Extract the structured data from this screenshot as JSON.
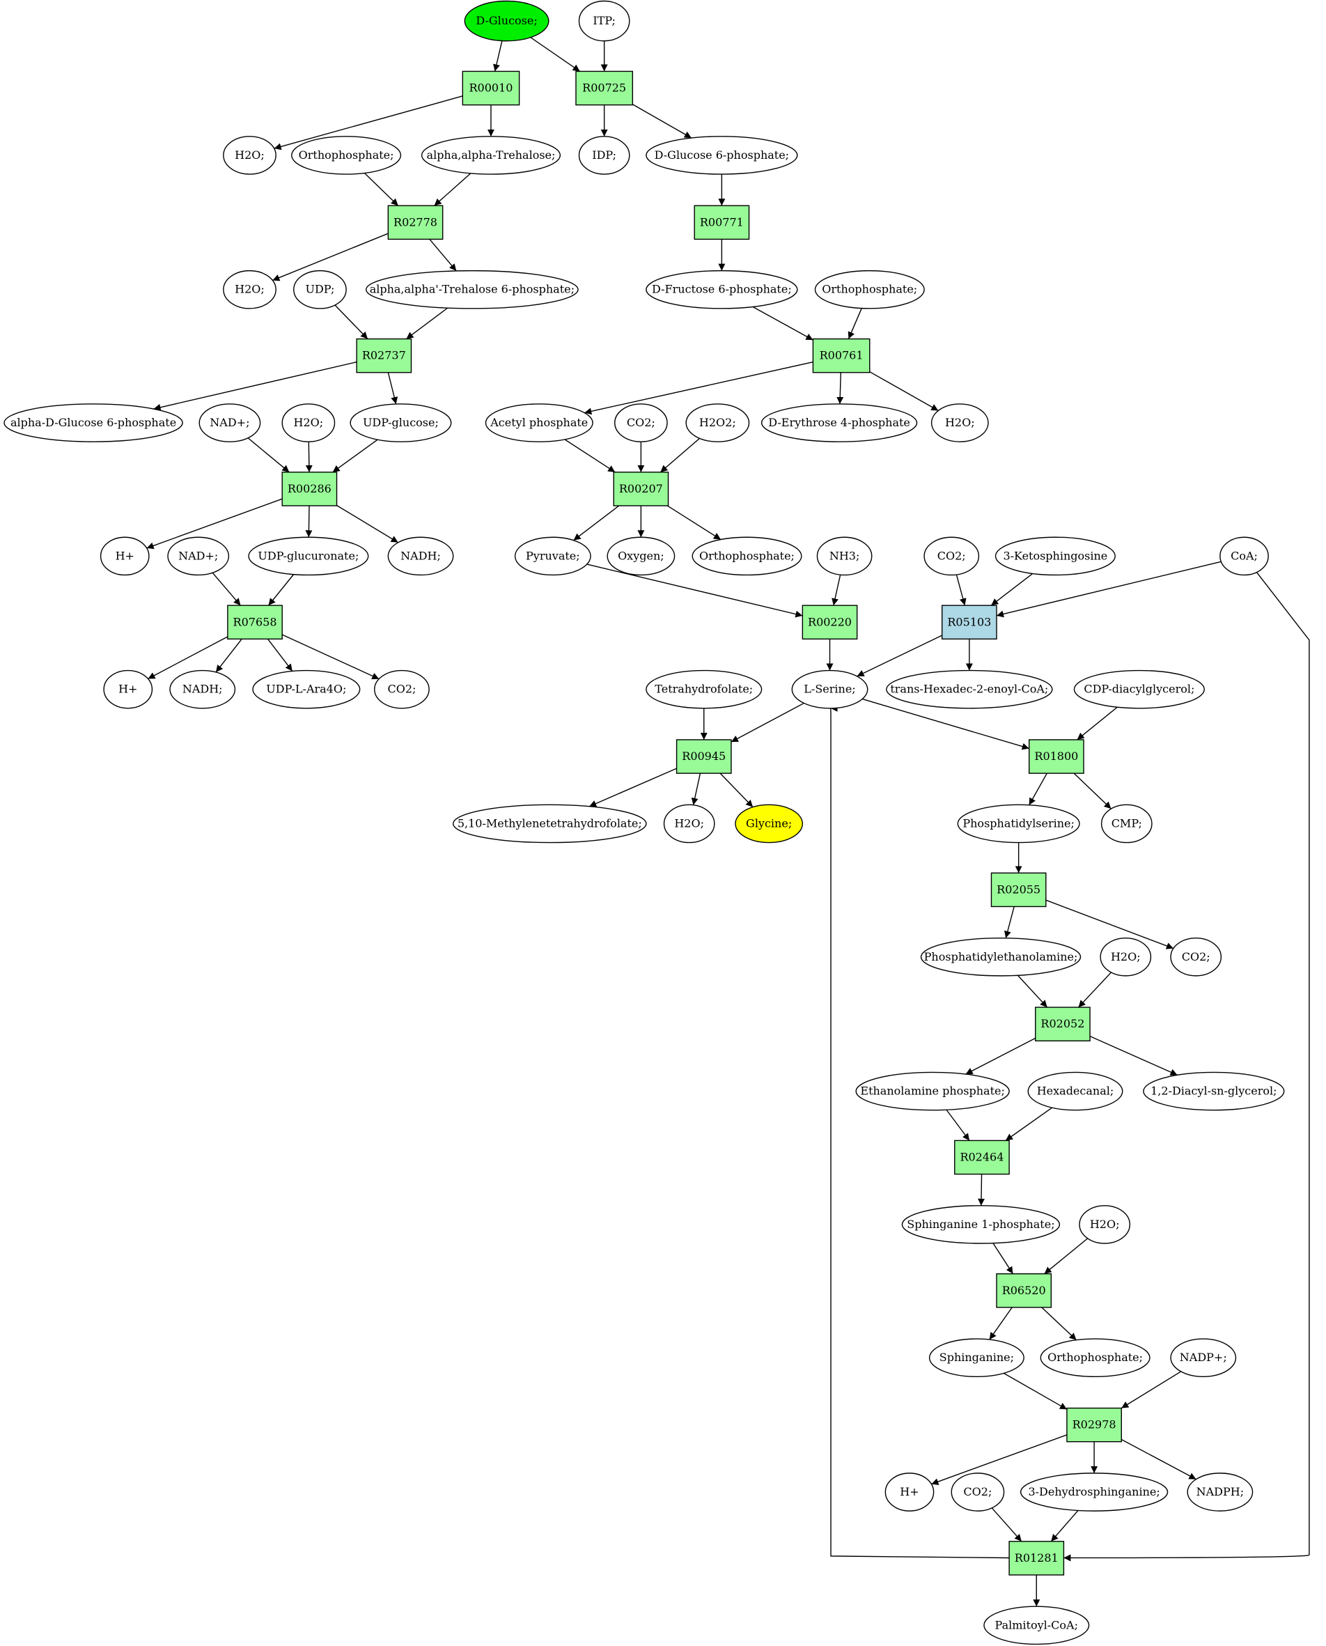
{
  "colors": {
    "reaction": "#98fb98",
    "reaction_highlight": "#add8e6",
    "metabolite": "#ffffff",
    "start": "#00ee00",
    "target": "#ffff00",
    "stroke": "#000000"
  },
  "nodes": [
    {
      "id": "dglucose",
      "kind": "metabolite",
      "label": "D-Glucose;",
      "fill": "start"
    },
    {
      "id": "itp",
      "kind": "metabolite",
      "label": "ITP;"
    },
    {
      "id": "r00010",
      "kind": "reaction",
      "label": "R00010"
    },
    {
      "id": "r00725",
      "kind": "reaction",
      "label": "R00725"
    },
    {
      "id": "h2o_1",
      "kind": "metabolite",
      "label": "H2O;"
    },
    {
      "id": "orthophosphate_1",
      "kind": "metabolite",
      "label": "Orthophosphate;"
    },
    {
      "id": "trehalose",
      "kind": "metabolite",
      "label": "alpha,alpha-Trehalose;"
    },
    {
      "id": "idp",
      "kind": "metabolite",
      "label": "IDP;"
    },
    {
      "id": "g6p",
      "kind": "metabolite",
      "label": "D-Glucose 6-phosphate;"
    },
    {
      "id": "r02778",
      "kind": "reaction",
      "label": "R02778"
    },
    {
      "id": "r00771",
      "kind": "reaction",
      "label": "R00771"
    },
    {
      "id": "h2o_2",
      "kind": "metabolite",
      "label": "H2O;"
    },
    {
      "id": "udp",
      "kind": "metabolite",
      "label": "UDP;"
    },
    {
      "id": "trehalose6p",
      "kind": "metabolite",
      "label": "alpha,alpha'-Trehalose 6-phosphate;"
    },
    {
      "id": "f6p",
      "kind": "metabolite",
      "label": "D-Fructose 6-phosphate;"
    },
    {
      "id": "orthophosphate_2",
      "kind": "metabolite",
      "label": "Orthophosphate;"
    },
    {
      "id": "r02737",
      "kind": "reaction",
      "label": "R02737"
    },
    {
      "id": "r00761",
      "kind": "reaction",
      "label": "R00761"
    },
    {
      "id": "adg6p",
      "kind": "metabolite",
      "label": "alpha-D-Glucose 6-phosphate"
    },
    {
      "id": "nadp_1",
      "kind": "metabolite",
      "label": "NAD+;"
    },
    {
      "id": "h2o_3",
      "kind": "metabolite",
      "label": "H2O;"
    },
    {
      "id": "udpglucose",
      "kind": "metabolite",
      "label": "UDP-glucose;"
    },
    {
      "id": "acetylp",
      "kind": "metabolite",
      "label": "Acetyl phosphate"
    },
    {
      "id": "co2_1",
      "kind": "metabolite",
      "label": "CO2;"
    },
    {
      "id": "h2o2",
      "kind": "metabolite",
      "label": "H2O2;"
    },
    {
      "id": "e4p",
      "kind": "metabolite",
      "label": "D-Erythrose 4-phosphate"
    },
    {
      "id": "h2o_4",
      "kind": "metabolite",
      "label": "H2O;"
    },
    {
      "id": "r00286",
      "kind": "reaction",
      "label": "R00286"
    },
    {
      "id": "r00207",
      "kind": "reaction",
      "label": "R00207"
    },
    {
      "id": "hplus_1",
      "kind": "metabolite",
      "label": "H+"
    },
    {
      "id": "nadp_2",
      "kind": "metabolite",
      "label": "NAD+;"
    },
    {
      "id": "udpglucuronate",
      "kind": "metabolite",
      "label": "UDP-glucuronate;"
    },
    {
      "id": "nadh_1",
      "kind": "metabolite",
      "label": "NADH;"
    },
    {
      "id": "pyruvate",
      "kind": "metabolite",
      "label": "Pyruvate;"
    },
    {
      "id": "oxygen",
      "kind": "metabolite",
      "label": "Oxygen;"
    },
    {
      "id": "orthophosphate_3",
      "kind": "metabolite",
      "label": "Orthophosphate;"
    },
    {
      "id": "nh3",
      "kind": "metabolite",
      "label": "NH3;"
    },
    {
      "id": "co2_2",
      "kind": "metabolite",
      "label": "CO2;"
    },
    {
      "id": "ketosphingosine",
      "kind": "metabolite",
      "label": "3-Ketosphingosine"
    },
    {
      "id": "coa",
      "kind": "metabolite",
      "label": "CoA;"
    },
    {
      "id": "r07658",
      "kind": "reaction",
      "label": "R07658"
    },
    {
      "id": "r00220",
      "kind": "reaction",
      "label": "R00220"
    },
    {
      "id": "r05103",
      "kind": "reaction",
      "label": "R05103",
      "fill": "reaction_highlight"
    },
    {
      "id": "hplus_2",
      "kind": "metabolite",
      "label": "H+"
    },
    {
      "id": "nadh_2",
      "kind": "metabolite",
      "label": "NADH;"
    },
    {
      "id": "udpara",
      "kind": "metabolite",
      "label": "UDP-L-Ara4O;"
    },
    {
      "id": "co2_3",
      "kind": "metabolite",
      "label": "CO2;"
    },
    {
      "id": "thf",
      "kind": "metabolite",
      "label": "Tetrahydrofolate;"
    },
    {
      "id": "lserine",
      "kind": "metabolite",
      "label": "L-Serine;"
    },
    {
      "id": "hexadecenoylcoa",
      "kind": "metabolite",
      "label": "trans-Hexadec-2-enoyl-CoA;"
    },
    {
      "id": "cdpdag",
      "kind": "metabolite",
      "label": "CDP-diacylglycerol;"
    },
    {
      "id": "r00945",
      "kind": "reaction",
      "label": "R00945"
    },
    {
      "id": "r01800",
      "kind": "reaction",
      "label": "R01800"
    },
    {
      "id": "methylenethf",
      "kind": "metabolite",
      "label": "5,10-Methylenetetrahydrofolate;"
    },
    {
      "id": "h2o_5",
      "kind": "metabolite",
      "label": "H2O;"
    },
    {
      "id": "glycine",
      "kind": "metabolite",
      "label": "Glycine;",
      "fill": "target"
    },
    {
      "id": "phosphatidylserine",
      "kind": "metabolite",
      "label": "Phosphatidylserine;"
    },
    {
      "id": "cmp",
      "kind": "metabolite",
      "label": "CMP;"
    },
    {
      "id": "r02055",
      "kind": "reaction",
      "label": "R02055"
    },
    {
      "id": "phosphatidylethanolamine",
      "kind": "metabolite",
      "label": "Phosphatidylethanolamine;"
    },
    {
      "id": "h2o_6",
      "kind": "metabolite",
      "label": "H2O;"
    },
    {
      "id": "co2_4",
      "kind": "metabolite",
      "label": "CO2;"
    },
    {
      "id": "r02052",
      "kind": "reaction",
      "label": "R02052"
    },
    {
      "id": "ethanolaminep",
      "kind": "metabolite",
      "label": "Ethanolamine phosphate;"
    },
    {
      "id": "hexadecanal",
      "kind": "metabolite",
      "label": "Hexadecanal;"
    },
    {
      "id": "diacylglycerol",
      "kind": "metabolite",
      "label": "1,2-Diacyl-sn-glycerol;"
    },
    {
      "id": "r02464",
      "kind": "reaction",
      "label": "R02464"
    },
    {
      "id": "sphinganine1p",
      "kind": "metabolite",
      "label": "Sphinganine 1-phosphate;"
    },
    {
      "id": "h2o_7",
      "kind": "metabolite",
      "label": "H2O;"
    },
    {
      "id": "r06520",
      "kind": "reaction",
      "label": "R06520"
    },
    {
      "id": "sphinganine",
      "kind": "metabolite",
      "label": "Sphinganine;"
    },
    {
      "id": "orthophosphate_4",
      "kind": "metabolite",
      "label": "Orthophosphate;"
    },
    {
      "id": "nadpplus",
      "kind": "metabolite",
      "label": "NADP+;"
    },
    {
      "id": "r02978",
      "kind": "reaction",
      "label": "R02978"
    },
    {
      "id": "hplus_3",
      "kind": "metabolite",
      "label": "H+"
    },
    {
      "id": "co2_5",
      "kind": "metabolite",
      "label": "CO2;"
    },
    {
      "id": "dehydrosphinganine",
      "kind": "metabolite",
      "label": "3-Dehydrosphinganine;"
    },
    {
      "id": "nadph",
      "kind": "metabolite",
      "label": "NADPH;"
    },
    {
      "id": "r01281",
      "kind": "reaction",
      "label": "R01281"
    },
    {
      "id": "palmitoylcoa",
      "kind": "metabolite",
      "label": "Palmitoyl-CoA;"
    }
  ],
  "edges": [
    [
      "dglucose",
      "r00010"
    ],
    [
      "dglucose",
      "r00725"
    ],
    [
      "itp",
      "r00725"
    ],
    [
      "r00010",
      "h2o_1"
    ],
    [
      "r00010",
      "trehalose"
    ],
    [
      "r00725",
      "idp"
    ],
    [
      "r00725",
      "g6p"
    ],
    [
      "orthophosphate_1",
      "r02778"
    ],
    [
      "trehalose",
      "r02778"
    ],
    [
      "g6p",
      "r00771"
    ],
    [
      "r02778",
      "h2o_2"
    ],
    [
      "r02778",
      "trehalose6p"
    ],
    [
      "r00771",
      "f6p"
    ],
    [
      "udp",
      "r02737"
    ],
    [
      "trehalose6p",
      "r02737"
    ],
    [
      "f6p",
      "r00761"
    ],
    [
      "orthophosphate_2",
      "r00761"
    ],
    [
      "r02737",
      "adg6p"
    ],
    [
      "r02737",
      "udpglucose"
    ],
    [
      "r00761",
      "acetylp"
    ],
    [
      "r00761",
      "e4p"
    ],
    [
      "r00761",
      "h2o_4"
    ],
    [
      "nadp_1",
      "r00286"
    ],
    [
      "h2o_3",
      "r00286"
    ],
    [
      "udpglucose",
      "r00286"
    ],
    [
      "acetylp",
      "r00207"
    ],
    [
      "co2_1",
      "r00207"
    ],
    [
      "h2o2",
      "r00207"
    ],
    [
      "r00286",
      "hplus_1"
    ],
    [
      "r00286",
      "udpglucuronate"
    ],
    [
      "r00286",
      "nadh_1"
    ],
    [
      "r00207",
      "pyruvate"
    ],
    [
      "r00207",
      "oxygen"
    ],
    [
      "r00207",
      "orthophosphate_3"
    ],
    [
      "nadp_2",
      "r07658"
    ],
    [
      "udpglucuronate",
      "r07658"
    ],
    [
      "pyruvate",
      "r00220"
    ],
    [
      "nh3",
      "r00220"
    ],
    [
      "co2_2",
      "r05103"
    ],
    [
      "ketosphingosine",
      "r05103"
    ],
    [
      "coa",
      "r05103"
    ],
    [
      "r07658",
      "hplus_2"
    ],
    [
      "r07658",
      "nadh_2"
    ],
    [
      "r07658",
      "udpara"
    ],
    [
      "r07658",
      "co2_3"
    ],
    [
      "r00220",
      "lserine"
    ],
    [
      "r05103",
      "lserine"
    ],
    [
      "r05103",
      "hexadecenoylcoa"
    ],
    [
      "thf",
      "r00945"
    ],
    [
      "lserine",
      "r00945"
    ],
    [
      "lserine",
      "r01800"
    ],
    [
      "cdpdag",
      "r01800"
    ],
    [
      "r00945",
      "methylenethf"
    ],
    [
      "r00945",
      "h2o_5"
    ],
    [
      "r00945",
      "glycine"
    ],
    [
      "r01800",
      "phosphatidylserine"
    ],
    [
      "r01800",
      "cmp"
    ],
    [
      "phosphatidylserine",
      "r02055"
    ],
    [
      "r02055",
      "phosphatidylethanolamine"
    ],
    [
      "r02055",
      "co2_4"
    ],
    [
      "phosphatidylethanolamine",
      "r02052"
    ],
    [
      "h2o_6",
      "r02052"
    ],
    [
      "r02052",
      "ethanolaminep"
    ],
    [
      "r02052",
      "diacylglycerol"
    ],
    [
      "ethanolaminep",
      "r02464"
    ],
    [
      "hexadecanal",
      "r02464"
    ],
    [
      "r02464",
      "sphinganine1p"
    ],
    [
      "sphinganine1p",
      "r06520"
    ],
    [
      "h2o_7",
      "r06520"
    ],
    [
      "r06520",
      "sphinganine"
    ],
    [
      "r06520",
      "orthophosphate_4"
    ],
    [
      "sphinganine",
      "r02978"
    ],
    [
      "nadpplus",
      "r02978"
    ],
    [
      "r02978",
      "hplus_3"
    ],
    [
      "r02978",
      "dehydrosphinganine"
    ],
    [
      "r02978",
      "nadph"
    ],
    [
      "co2_5",
      "r01281"
    ],
    [
      "dehydrosphinganine",
      "r01281"
    ],
    [
      "r01281",
      "palmitoylcoa"
    ],
    [
      "r01281",
      "lserine"
    ],
    [
      "coa",
      "r01281"
    ]
  ]
}
